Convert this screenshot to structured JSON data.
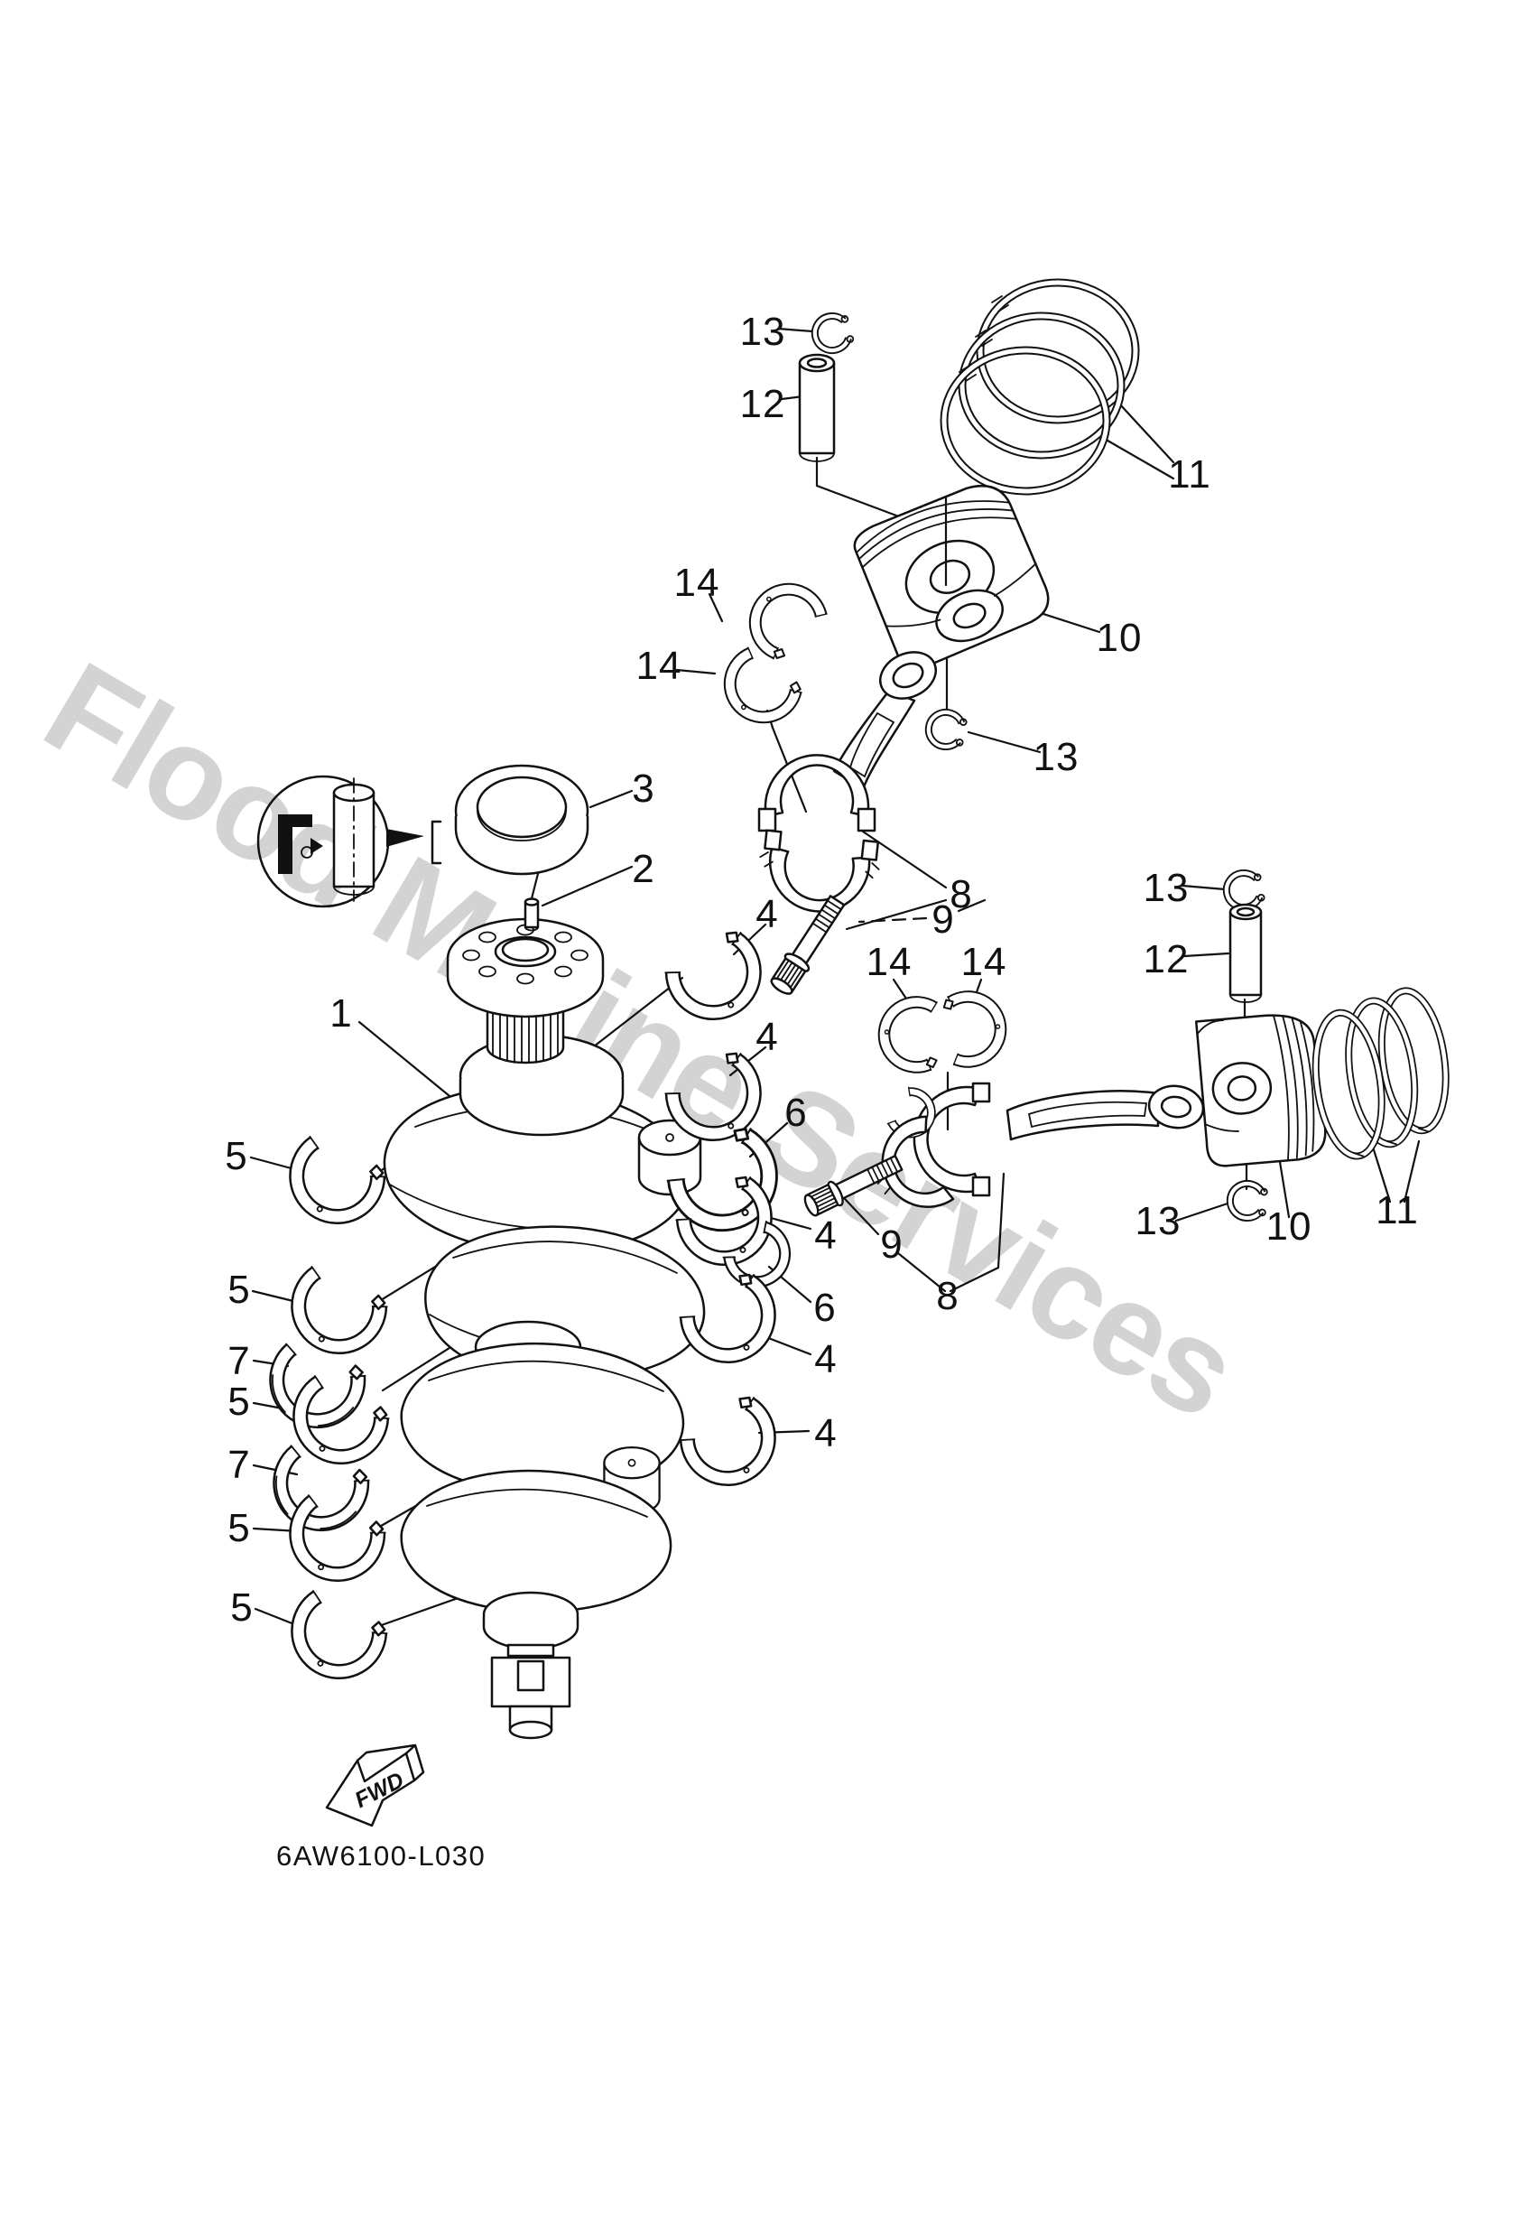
{
  "watermark": {
    "text": "Flood Marine Services"
  },
  "footer": {
    "diagram_code": "6AW6100-L030"
  },
  "fwd_arrow": {
    "label": "FWD"
  },
  "colors": {
    "background": "#ffffff",
    "line": "#111111",
    "watermark": "#d3d3d3"
  },
  "callouts": [
    {
      "text": "13"
    },
    {
      "text": "12"
    },
    {
      "text": "11"
    },
    {
      "text": "10"
    },
    {
      "text": "14"
    },
    {
      "text": "14"
    },
    {
      "text": "13"
    },
    {
      "text": "3"
    },
    {
      "text": "2"
    },
    {
      "text": "8"
    },
    {
      "text": "9"
    },
    {
      "text": "1"
    },
    {
      "text": "4"
    },
    {
      "text": "4"
    },
    {
      "text": "6"
    },
    {
      "text": "4"
    },
    {
      "text": "6"
    },
    {
      "text": "4"
    },
    {
      "text": "4"
    },
    {
      "text": "5"
    },
    {
      "text": "5"
    },
    {
      "text": "7"
    },
    {
      "text": "5"
    },
    {
      "text": "7"
    },
    {
      "text": "5"
    },
    {
      "text": "5"
    },
    {
      "text": "13"
    },
    {
      "text": "12"
    },
    {
      "text": "14"
    },
    {
      "text": "14"
    },
    {
      "text": "9"
    },
    {
      "text": "8"
    },
    {
      "text": "13"
    },
    {
      "text": "10"
    },
    {
      "text": "11"
    }
  ]
}
